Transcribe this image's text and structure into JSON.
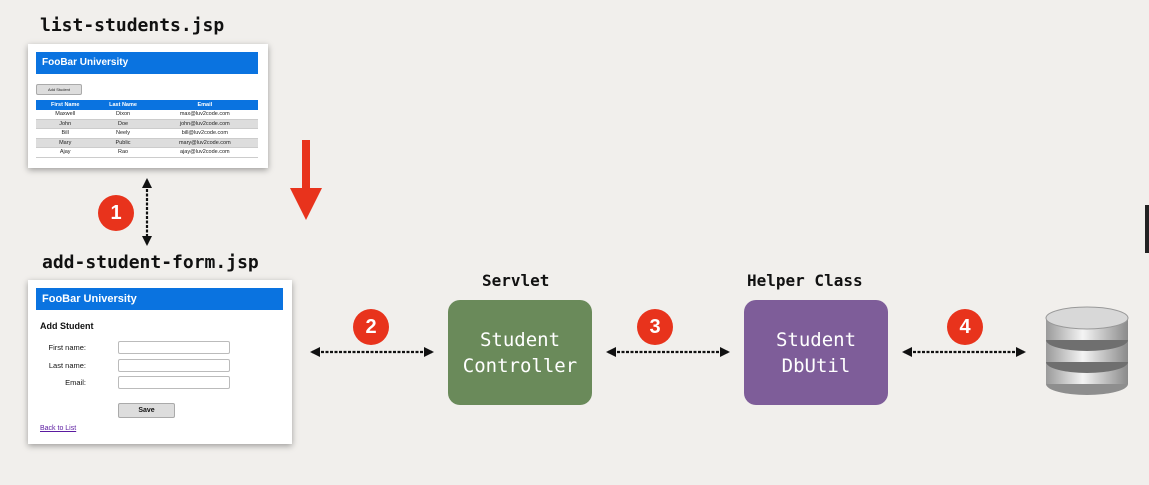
{
  "files": {
    "list_page": "list-students.jsp",
    "form_page": "add-student-form.jsp"
  },
  "list_page": {
    "brand": "FooBar University",
    "add_button": "Add Student",
    "columns": [
      "First Name",
      "Last Name",
      "Email"
    ],
    "rows": [
      [
        "Maxwell",
        "Dixon",
        "max@luv2code.com"
      ],
      [
        "John",
        "Doe",
        "john@luv2code.com"
      ],
      [
        "Bill",
        "Neely",
        "bill@luv2code.com"
      ],
      [
        "Mary",
        "Public",
        "mary@luv2code.com"
      ],
      [
        "Ajay",
        "Rao",
        "ajay@luv2code.com"
      ]
    ]
  },
  "form_page": {
    "brand": "FooBar University",
    "heading": "Add Student",
    "fields": [
      "First name:",
      "Last name:",
      "Email:"
    ],
    "save_button": "Save",
    "back_link": "Back to List"
  },
  "servlet": {
    "label": "Servlet",
    "box_line1": "Student",
    "box_line2": "Controller",
    "color": "#6a8a5a"
  },
  "helper": {
    "label": "Helper Class",
    "box_line1": "Student",
    "box_line2": "DbUtil",
    "color": "#7e5d99"
  },
  "steps": [
    "1",
    "2",
    "3",
    "4"
  ],
  "colors": {
    "badge": "#e8331c",
    "brand_bar": "#0a73e0",
    "background": "#f1efec"
  },
  "icons": {
    "database": "database-icon"
  }
}
